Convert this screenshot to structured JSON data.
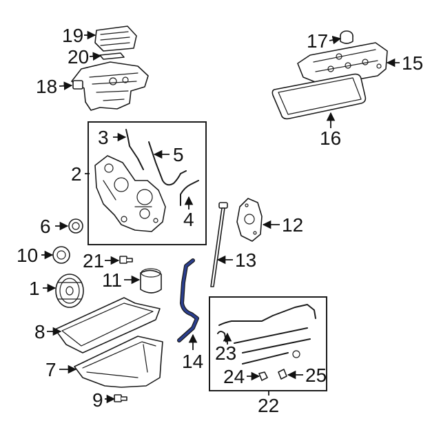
{
  "diagram": {
    "highlight_color": "#2b3f8f",
    "line_color": "#1a1a1a",
    "background": "#ffffff",
    "callouts": {
      "c1": "1",
      "c2": "2",
      "c3": "3",
      "c4": "4",
      "c5": "5",
      "c6": "6",
      "c7": "7",
      "c8": "8",
      "c9": "9",
      "c10": "10",
      "c11": "11",
      "c12": "12",
      "c13": "13",
      "c14": "14",
      "c15": "15",
      "c16": "16",
      "c17": "17",
      "c18": "18",
      "c19": "19",
      "c20": "20",
      "c21": "21",
      "c22": "22",
      "c23": "23",
      "c24": "24",
      "c25": "25"
    },
    "parts": [
      {
        "callout": "1",
        "icon": "crankshaft-pulley-icon"
      },
      {
        "callout": "2",
        "icon": "timing-cover-icon"
      },
      {
        "callout": "3",
        "icon": "timing-cover-gasket-icon"
      },
      {
        "callout": "4",
        "icon": "timing-cover-gasket-icon"
      },
      {
        "callout": "5",
        "icon": "timing-cover-gasket-icon"
      },
      {
        "callout": "6",
        "icon": "front-seal-icon"
      },
      {
        "callout": "7",
        "icon": "oil-pan-icon"
      },
      {
        "callout": "8",
        "icon": "oil-pan-gasket-icon"
      },
      {
        "callout": "9",
        "icon": "drain-plug-icon"
      },
      {
        "callout": "10",
        "icon": "seal-ring-icon"
      },
      {
        "callout": "11",
        "icon": "oil-filter-icon"
      },
      {
        "callout": "12",
        "icon": "cover-plate-icon"
      },
      {
        "callout": "13",
        "icon": "dipstick-icon"
      },
      {
        "callout": "14",
        "icon": "dipstick-tube-icon",
        "highlighted": true
      },
      {
        "callout": "15",
        "icon": "valve-cover-icon"
      },
      {
        "callout": "16",
        "icon": "valve-cover-gasket-icon"
      },
      {
        "callout": "17",
        "icon": "oil-filler-cap-icon"
      },
      {
        "callout": "18",
        "icon": "intake-manifold-icon"
      },
      {
        "callout": "19",
        "icon": "manifold-cover-icon"
      },
      {
        "callout": "20",
        "icon": "gasket-icon"
      },
      {
        "callout": "21",
        "icon": "bolt-icon"
      },
      {
        "callout": "22",
        "icon": "hose-kit-icon"
      },
      {
        "callout": "23",
        "icon": "hose-icon"
      },
      {
        "callout": "24",
        "icon": "fitting-icon"
      },
      {
        "callout": "25",
        "icon": "clip-icon"
      }
    ]
  }
}
